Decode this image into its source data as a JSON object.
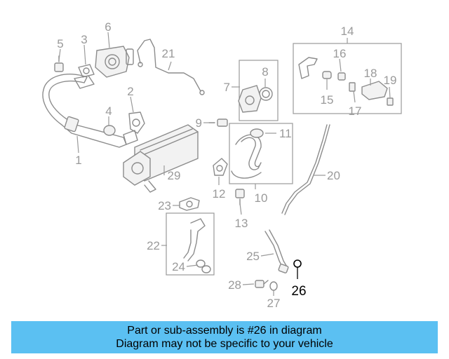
{
  "callouts": {
    "c1": "1",
    "c2": "2",
    "c3": "3",
    "c4": "4",
    "c5": "5",
    "c6": "6",
    "c7": "7",
    "c8": "8",
    "c9": "9",
    "c10": "10",
    "c11": "11",
    "c12": "12",
    "c13": "13",
    "c14": "14",
    "c15": "15",
    "c16": "16",
    "c17": "17",
    "c18": "18",
    "c19": "19",
    "c20": "20",
    "c21": "21",
    "c22": "22",
    "c23": "23",
    "c24": "24",
    "c25": "25",
    "c26": "26",
    "c27": "27",
    "c28": "28",
    "c29": "29"
  },
  "highlighted_part": "26",
  "banner": {
    "line1": "Part or sub-assembly is #26 in diagram",
    "line2": "Diagram may not be specific to your vehicle",
    "background": "#5bc0f2"
  },
  "colors": {
    "callout": "#9a9a9a",
    "highlight": "#000000",
    "line": "#8c8c8c"
  }
}
